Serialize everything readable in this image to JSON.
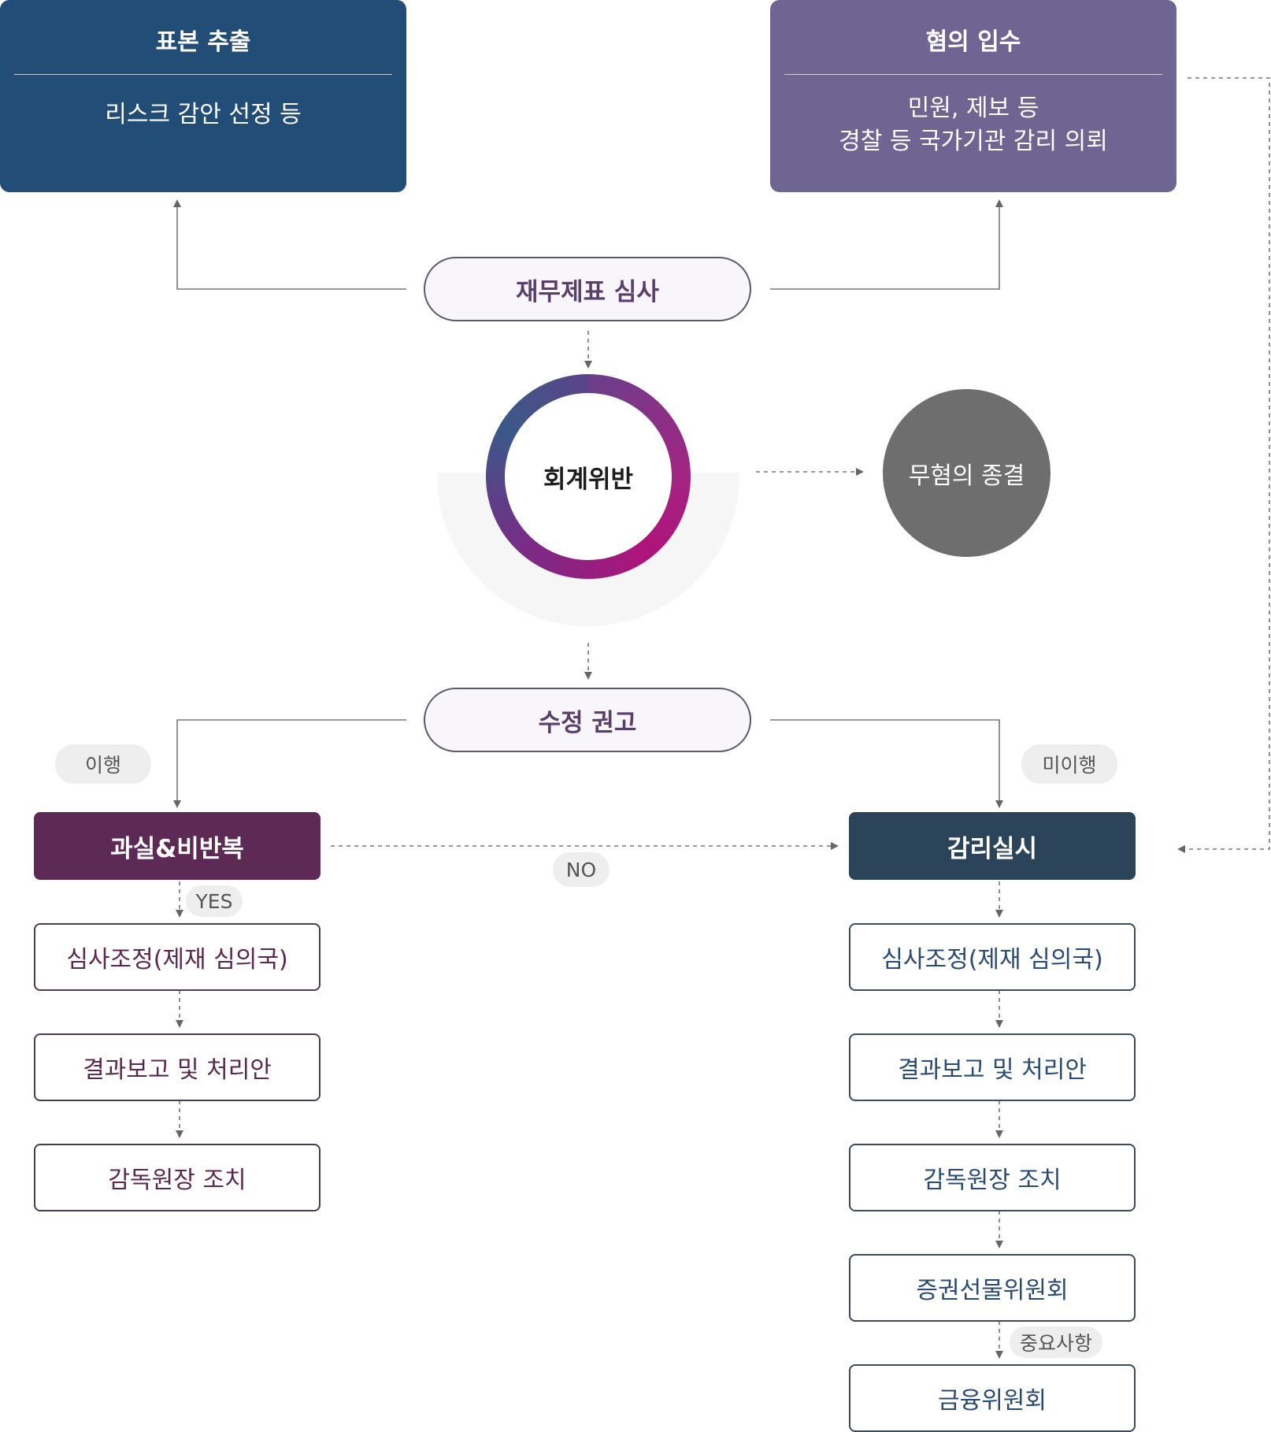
{
  "top_left": {
    "title": "표본 추출",
    "desc": "리스크 감안 선정 등"
  },
  "top_right": {
    "title": "혐의 입수",
    "desc": "민원, 제보 등\n경찰 등 국가기관 감리 의뢰"
  },
  "review": "재무제표 심사",
  "violation": "회계위반",
  "no_suspicion": "무혐의 종결",
  "recommend": "수정 권고",
  "tags": {
    "comply": "이행",
    "noncomply": "미이행",
    "no": "NO",
    "yes": "YES",
    "important": "중요사항"
  },
  "left_flow": {
    "head": "과실&비반복",
    "steps": [
      "심사조정(제재 심의국)",
      "결과보고 및 처리안",
      "감독원장 조치"
    ]
  },
  "right_flow": {
    "head": "감리실시",
    "steps": [
      "심사조정(제재 심의국)",
      "결과보고 및 처리안",
      "감독원장 조치",
      "증권선물위원회",
      "금융위원회"
    ]
  },
  "colors": {
    "sample_box": "#214d76",
    "suspicion_box": "#6e6592",
    "left_head": "#5d2a55",
    "right_head": "#2c4459",
    "close_circle": "#6e6e6e"
  }
}
